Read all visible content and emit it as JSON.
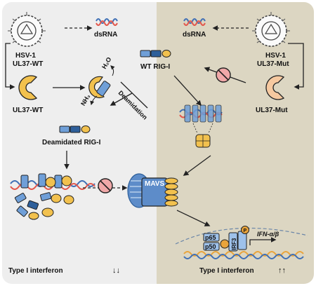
{
  "left_panel": {
    "virus_name": "HSV-1",
    "virus_strain": "UL37-WT",
    "dsrna": "dsRNA",
    "protein": "UL37-WT",
    "water": "H₂O",
    "ammonia": "NH₃",
    "process": "Deamidation",
    "product": "Deamidated RIG-I",
    "outcome": "Type I interferon",
    "outcome_arrows": "↓↓"
  },
  "right_panel": {
    "virus_name": "HSV-1",
    "virus_strain": "UL37-Mut",
    "dsrna": "dsRNA",
    "protein": "UL37-Mut",
    "receptor": "WT RIG-I",
    "adaptor": "MAVS",
    "tf_p65": "p65",
    "tf_p50": "p50",
    "tf_irf3": "IRF3",
    "phospho_p": "P",
    "gene": "IFN-α/β",
    "outcome": "Type I interferon",
    "outcome_arrows": "↑↑"
  },
  "colors": {
    "left_bg": "#eeeeee",
    "right_bg": "#dcd6c2",
    "rig_blue": "#6f9fd8",
    "rig_dark": "#2e5f9a",
    "ul37_wt": "#f2c14e",
    "ul37_mut": "#f6c9a0",
    "mavs_blue": "#5d8cc9",
    "inhibit_pink": "#f0a8a8",
    "rna_red": "#e2574c",
    "rna_blue": "#3f6fb5",
    "dna_orange": "#e9a43b"
  }
}
